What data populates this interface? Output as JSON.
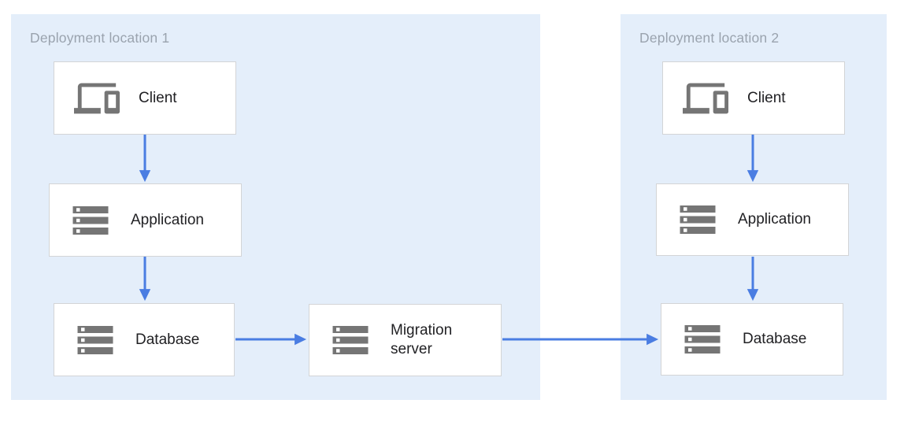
{
  "colors": {
    "region_bg": "#e4eefa",
    "node_bg": "#ffffff",
    "node_border": "#d3d4d6",
    "arrow": "#4a7de2",
    "icon": "#757575",
    "region_label": "#9aa3ae",
    "node_label": "#212124"
  },
  "regions": [
    {
      "label": "Deployment location 1",
      "nodes": [
        {
          "id": "client-1",
          "label": "Client",
          "icon": "devices-icon"
        },
        {
          "id": "application-1",
          "label": "Application",
          "icon": "server-icon"
        },
        {
          "id": "database-1",
          "label": "Database",
          "icon": "server-icon"
        }
      ]
    },
    {
      "label": "Deployment location 2",
      "nodes": [
        {
          "id": "client-2",
          "label": "Client",
          "icon": "devices-icon"
        },
        {
          "id": "application-2",
          "label": "Application",
          "icon": "server-icon"
        },
        {
          "id": "database-2",
          "label": "Database",
          "icon": "server-icon"
        }
      ]
    }
  ],
  "migration_node": {
    "id": "migration-server",
    "label": "Migration server",
    "icon": "server-icon"
  },
  "connections": [
    {
      "from": "client-1",
      "to": "application-1"
    },
    {
      "from": "application-1",
      "to": "database-1"
    },
    {
      "from": "database-1",
      "to": "migration-server"
    },
    {
      "from": "migration-server",
      "to": "database-2"
    },
    {
      "from": "client-2",
      "to": "application-2"
    },
    {
      "from": "application-2",
      "to": "database-2"
    }
  ]
}
